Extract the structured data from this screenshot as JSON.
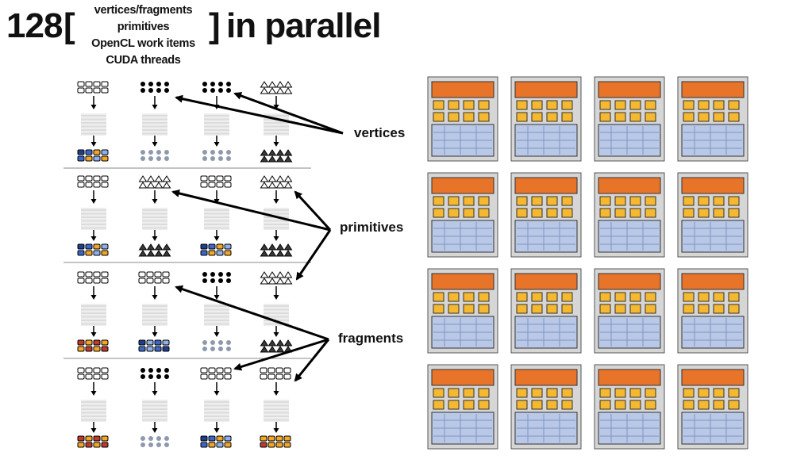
{
  "title": {
    "number": "128",
    "bracket_open": "[",
    "items": [
      "vertices/fragments",
      "primitives",
      "OpenCL work items",
      "CUDA threads"
    ],
    "bracket_close": "]",
    "suffix": "in parallel"
  },
  "labels": {
    "vertices": "vertices",
    "primitives": "primitives",
    "fragments": "fragments"
  },
  "grid": {
    "rows": [
      {
        "cells": [
          {
            "input": "square",
            "output": "square",
            "output_palette": "mixed-blue-orange"
          },
          {
            "input": "dot",
            "output": "dot",
            "output_palette": "gray"
          },
          {
            "input": "dot",
            "output": "dot",
            "output_palette": "gray"
          },
          {
            "input": "triangle",
            "output": "triangle",
            "output_palette": "dark"
          }
        ]
      },
      {
        "cells": [
          {
            "input": "square",
            "output": "square",
            "output_palette": "mixed-blue-orange"
          },
          {
            "input": "triangle",
            "output": "triangle",
            "output_palette": "dark"
          },
          {
            "input": "square",
            "output": "square",
            "output_palette": "mixed-blue-orange"
          },
          {
            "input": "triangle",
            "output": "triangle",
            "output_palette": "dark"
          }
        ]
      },
      {
        "cells": [
          {
            "input": "square",
            "output": "square",
            "output_palette": "red-orange"
          },
          {
            "input": "square",
            "output": "square",
            "output_palette": "blue"
          },
          {
            "input": "dot",
            "output": "dot",
            "output_palette": "gray"
          },
          {
            "input": "triangle",
            "output": "triangle",
            "output_palette": "dark"
          }
        ]
      },
      {
        "cells": [
          {
            "input": "square",
            "output": "square",
            "output_palette": "red-orange"
          },
          {
            "input": "dot",
            "output": "dot",
            "output_palette": "gray"
          },
          {
            "input": "square",
            "output": "square",
            "output_palette": "mixed-blue-orange"
          },
          {
            "input": "square",
            "output": "square",
            "output_palette": "orange"
          }
        ]
      }
    ]
  },
  "cores": {
    "rows": 4,
    "cols": 4
  },
  "colors": {
    "core_header": "#e8742a",
    "alu": "#f5b82e",
    "memory": "#b8c8e6",
    "memory_line": "#7f95c2",
    "core_bg": "#d6d6d6",
    "blue": "#3a67c9",
    "dark_blue": "#1e3f8f",
    "light_blue": "#8fb1ea",
    "orange": "#f5a623",
    "red": "#c0392b",
    "gray": "#8e99ad",
    "dark": "#3a3a3a"
  }
}
